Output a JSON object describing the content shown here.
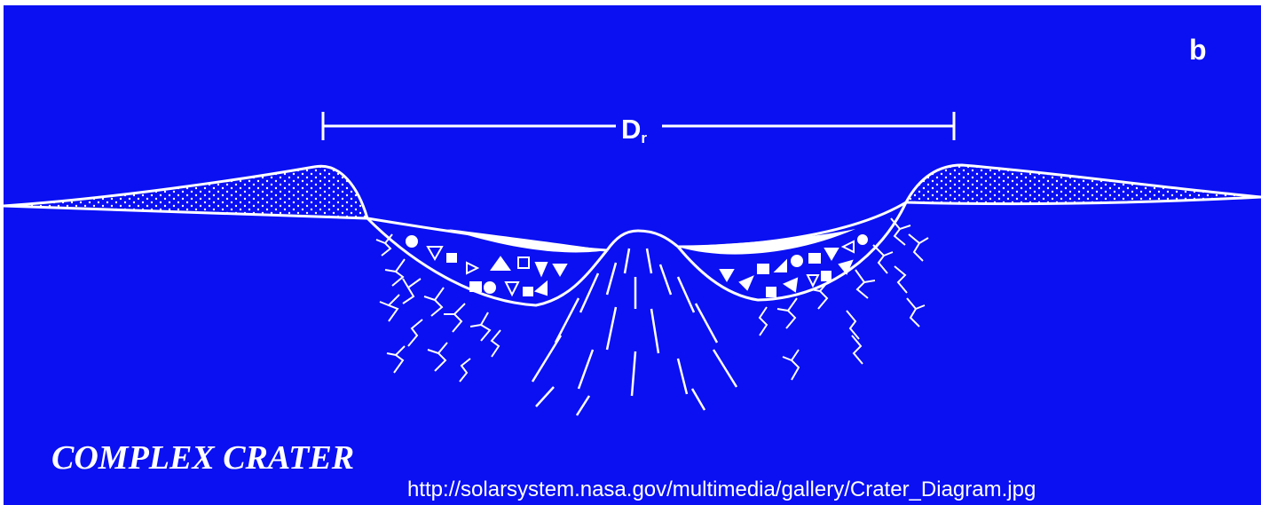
{
  "diagram": {
    "panel_label": "b",
    "diameter_symbol": "D",
    "diameter_subscript": "r",
    "title": "COMPLEX CRATER",
    "source_url": "http://solarsystem.nasa.gov/multimedia/gallery/Crater_Diagram.jpg"
  },
  "colors": {
    "background": "#0a10f2",
    "line": "#ffffff"
  }
}
